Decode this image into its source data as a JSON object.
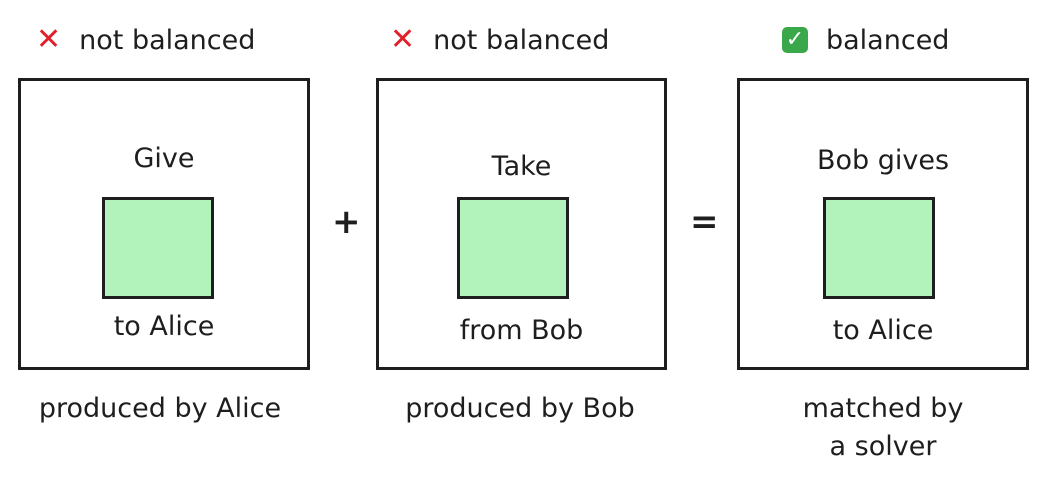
{
  "panels": [
    {
      "status": "not balanced",
      "status_icon": "cross-icon",
      "top_label": "Give",
      "bottom_label": "to Alice",
      "caption": "produced by Alice"
    },
    {
      "status": "not balanced",
      "status_icon": "cross-icon",
      "top_label": "Take",
      "bottom_label": "from Bob",
      "caption": "produced by Bob"
    },
    {
      "status": "balanced",
      "status_icon": "check-icon",
      "top_label": "Bob gives",
      "bottom_label": "to Alice",
      "caption_lines": [
        "matched by",
        "a solver"
      ]
    }
  ],
  "operators": {
    "plus": "+",
    "equals": "="
  },
  "colors": {
    "square_fill": "#b2f2bb",
    "cross": "#e0202a",
    "check": "#3aa84a",
    "stroke": "#1e1e1e"
  }
}
